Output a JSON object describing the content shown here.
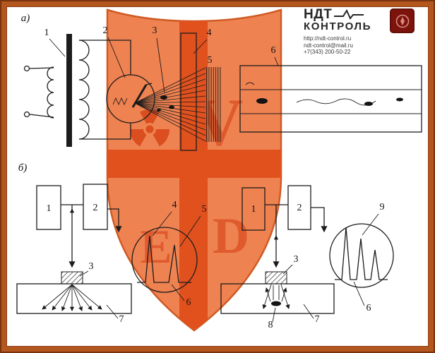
{
  "header": {
    "brand_top": "НДТ",
    "brand_bottom": "КОНТРОЛЬ",
    "contacts": [
      "http://ndt-control.ru",
      "ndt-control@mail.ru",
      "+7(343) 200-50-22"
    ]
  },
  "watermark": {
    "letters": {
      "top_right": "V",
      "bottom_left": "Е",
      "bottom_right": "D"
    }
  },
  "colors": {
    "frame": "#b4571f",
    "shield_fill": "#ef8251",
    "shield_cross": "#e1511e",
    "brand_square": "#7c130d",
    "ink": "#1c1c1c"
  },
  "diagram_a": {
    "section_label": "а)",
    "callout_transformer": "1",
    "callout_tube": "2",
    "callout_beam": "3",
    "callout_object": "4",
    "callout_screen": "5",
    "callout_radiograph": "6"
  },
  "diagram_b": {
    "section_label": "б)",
    "left": {
      "block_generator": "1",
      "block_receiver": "2",
      "transducer": "3",
      "pulse_initial": "4",
      "pulse_bottom": "5",
      "screen": "6",
      "plate": "7"
    },
    "right": {
      "block_generator": "1",
      "block_receiver": "2",
      "transducer": "3",
      "screen": "6",
      "plate": "7",
      "defect": "8",
      "pulse_defect": "9"
    }
  }
}
